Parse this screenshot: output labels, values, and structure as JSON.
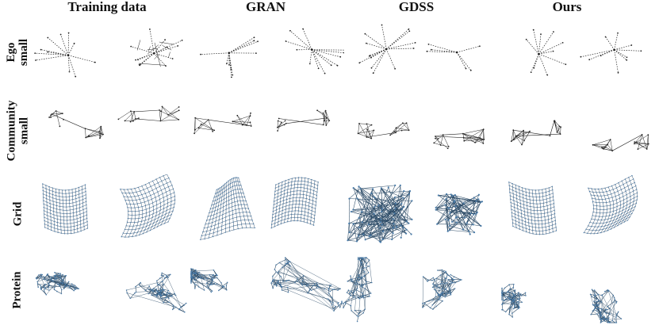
{
  "figure": {
    "columns": [
      "Training data",
      "GRAN",
      "GDSS",
      "Ours"
    ],
    "rows": [
      {
        "id": "ego",
        "line1": "Ego",
        "line2": "small",
        "style": "dashed"
      },
      {
        "id": "community",
        "line1": "Community",
        "line2": "small",
        "style": "thin"
      },
      {
        "id": "grid",
        "line1": "Grid",
        "line2": "",
        "style": "mesh"
      },
      {
        "id": "protein",
        "line1": "Protein",
        "line2": "",
        "style": "dense"
      }
    ],
    "colors": {
      "edge_dark": "#222222",
      "node_blue": "#4a7ba8",
      "edge_blue": "#2b4a66"
    }
  }
}
